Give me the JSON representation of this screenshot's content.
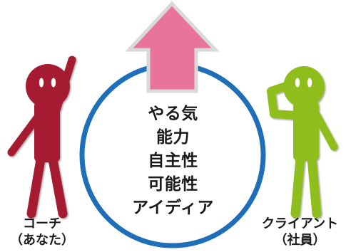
{
  "diagram": {
    "center_items": [
      "やる気",
      "能力",
      "自主性",
      "可能性",
      "アイディア"
    ],
    "coach": {
      "role": "コーチ",
      "sub": "（あなた）"
    },
    "client": {
      "role": "クライアント",
      "sub": "（社員）"
    }
  },
  "colors": {
    "circle": "#1f6fb8",
    "arrow": "#e8749e",
    "arrow_outline": "#d9d9d9",
    "coach_figure": "#a51c30",
    "client_figure": "#8fbe1e"
  }
}
